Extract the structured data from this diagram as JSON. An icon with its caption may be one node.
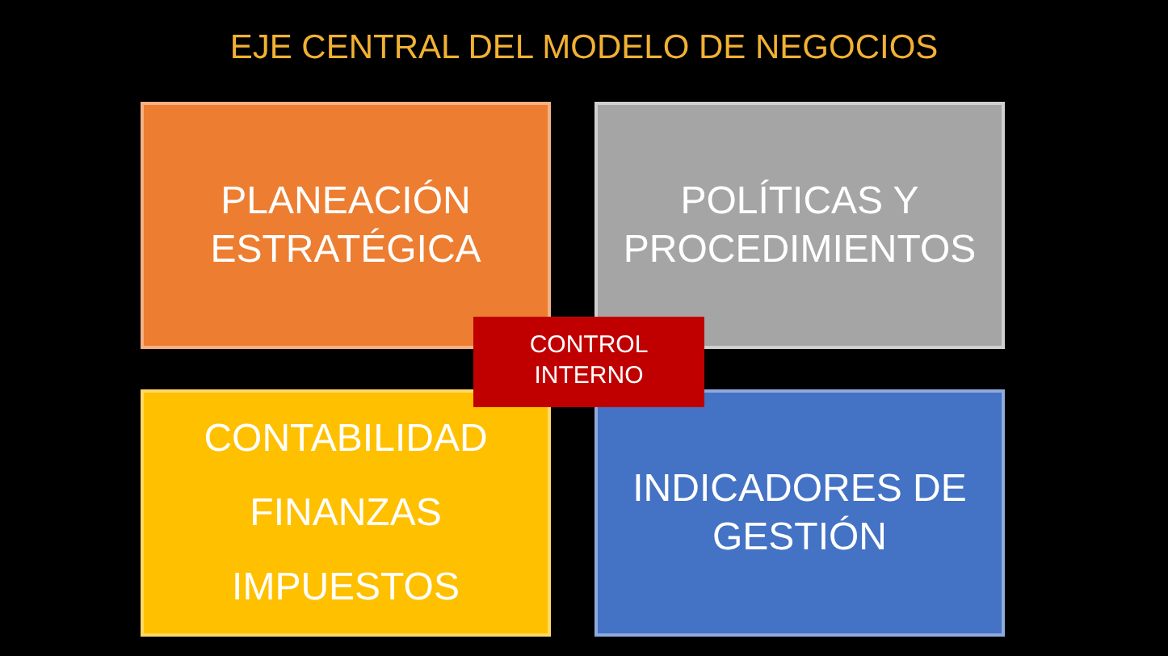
{
  "diagram": {
    "title": "EJE CENTRAL DEL MODELO DE NEGOCIOS",
    "nodes": [
      {
        "text": [
          "PLANEACIÓN ESTRATÉGICA"
        ]
      },
      {
        "text": [
          "POLÍTICAS Y PROCEDIMIENTOS"
        ]
      },
      {
        "text": [
          "CONTROL INTERNO"
        ]
      },
      {
        "text": [
          "CONTABILIDAD",
          "FINANZAS",
          "IMPUESTOS"
        ]
      },
      {
        "text": [
          "INDICADORES DE GESTIÓN"
        ]
      }
    ],
    "edges": []
  }
}
